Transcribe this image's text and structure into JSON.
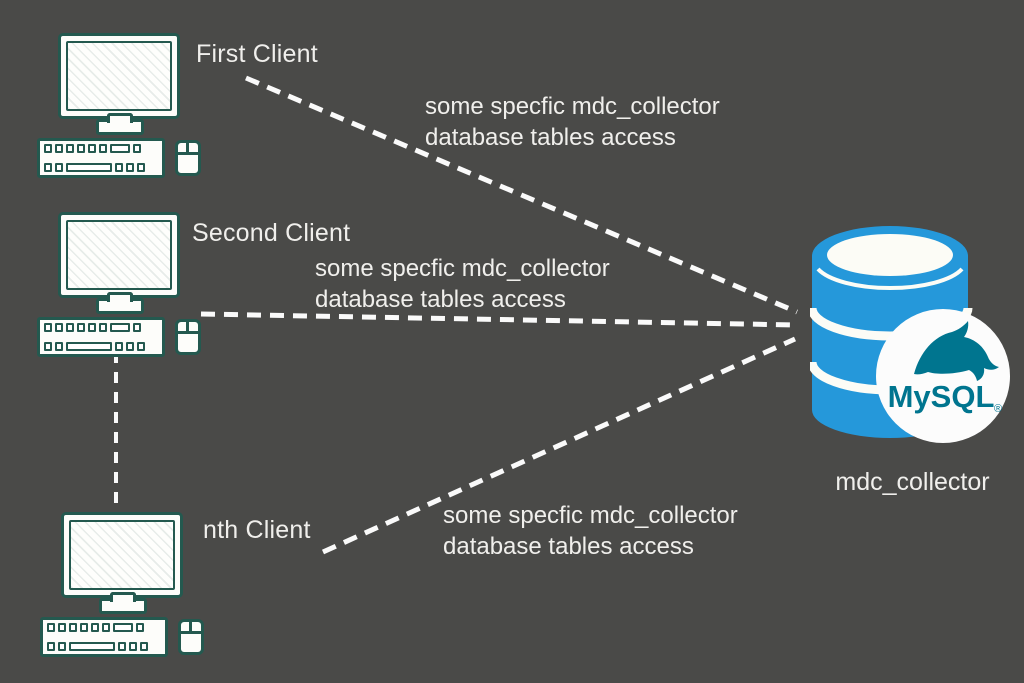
{
  "colors": {
    "background": "#4a4a48",
    "icon_teal": "#24594f",
    "db_blue": "#2598da",
    "mysql_teal": "#00758f",
    "text": "#f0efec",
    "dash_line": "#fafafa"
  },
  "clients": [
    {
      "id": "first",
      "label": "First Client"
    },
    {
      "id": "second",
      "label": "Second Client"
    },
    {
      "id": "nth",
      "label": "nth Client"
    }
  ],
  "annotations": [
    {
      "line1": "some specfic mdc_collector",
      "line2": "database tables access"
    },
    {
      "line1": "some specfic mdc_collector",
      "line2": "database tables access"
    },
    {
      "line1": "some specfic mdc_collector",
      "line2": "database tables access"
    }
  ],
  "database": {
    "label": "mdc_collector",
    "logo_text": "MySQL",
    "registered_mark": "®"
  },
  "edges": [
    {
      "from": "first-client",
      "to": "mysql-database",
      "style": "dashed"
    },
    {
      "from": "second-client",
      "to": "mysql-database",
      "style": "dashed"
    },
    {
      "from": "nth-client",
      "to": "mysql-database",
      "style": "dashed"
    },
    {
      "from": "second-client",
      "to": "nth-client",
      "style": "dashed"
    }
  ]
}
